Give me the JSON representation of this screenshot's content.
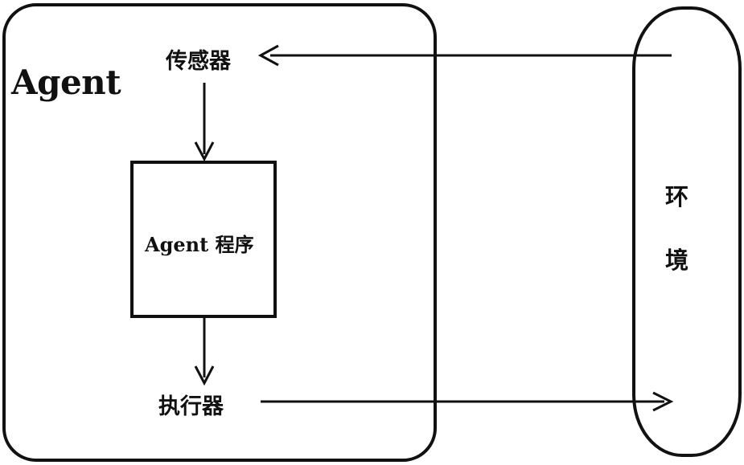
{
  "agent": {
    "title": "Agent"
  },
  "sensor": {
    "label": "传感器"
  },
  "program": {
    "label_latin": "Agent",
    "label_cjk": "程序"
  },
  "actuator": {
    "label": "执行器"
  },
  "environment": {
    "char_1": "环",
    "char_2": "境"
  },
  "colors": {
    "ink": "#111111",
    "background": "#ffffff"
  }
}
